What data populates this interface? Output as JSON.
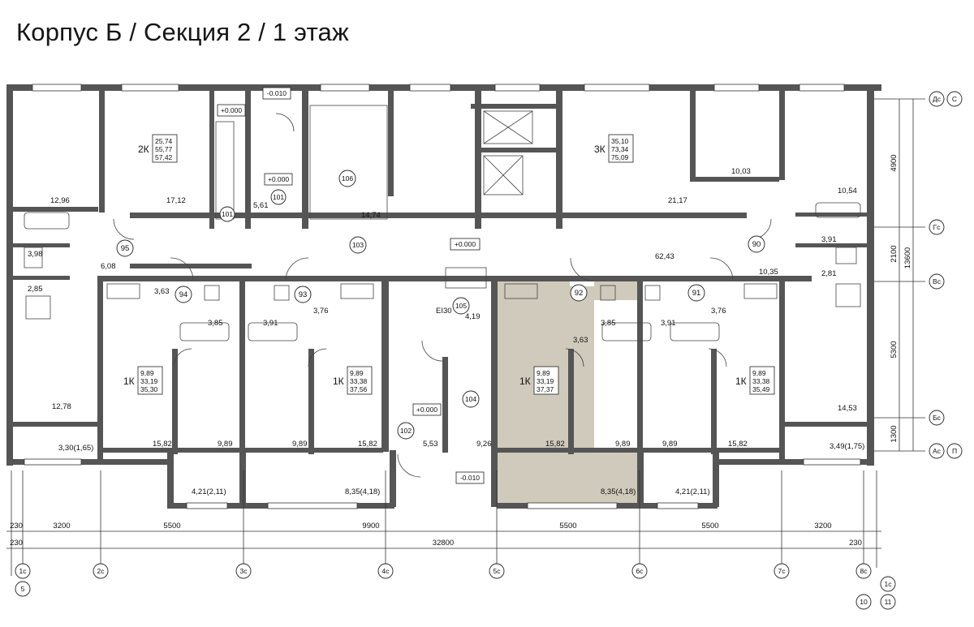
{
  "title": "Корпус Б / Секция 2 / 1 этаж",
  "highlight_color": "#cfcabb",
  "apartments": [
    {
      "number": "",
      "type": "2К",
      "areas": [
        "25,74",
        "55,77",
        "57,42"
      ]
    },
    {
      "number": "",
      "type": "3К",
      "areas": [
        "35,10",
        "73,34",
        "75,09"
      ]
    },
    {
      "number": "94",
      "type": "1К",
      "areas": [
        "9,89",
        "33,19",
        "35,30"
      ]
    },
    {
      "number": "93",
      "type": "1К",
      "areas": [
        "9,89",
        "33,38",
        "37,56"
      ]
    },
    {
      "number": "92",
      "type": "1К",
      "areas": [
        "9,89",
        "33,19",
        "37,37"
      ]
    },
    {
      "number": "91",
      "type": "1К",
      "areas": [
        "9,89",
        "33,38",
        "35,49"
      ]
    }
  ],
  "room_numbers": [
    "95",
    "90",
    "101",
    "101",
    "106",
    "103",
    "105",
    "104",
    "102"
  ],
  "room_areas": [
    "12,96",
    "17,12",
    "5,61",
    "14,74",
    "21,17",
    "10,03",
    "10,54",
    "3,98",
    "2,85",
    "6,08",
    "3,63",
    "3,85",
    "3,91",
    "3,76",
    "62,43",
    "10,35",
    "3,91",
    "2,81",
    "3,63",
    "3,85",
    "3,91",
    "3,76",
    "4,19",
    "12,78",
    "15,82",
    "9,89",
    "9,89",
    "15,82",
    "5,53",
    "9,26",
    "15,82",
    "9,89",
    "9,89",
    "15,82",
    "14,53",
    "3,30(1,65)",
    "4,21(2,11)",
    "8,35(4,18)",
    "8,35(4,18)",
    "4,21(2,11)",
    "3,49(1,75)"
  ],
  "level_marks": [
    "+0.000",
    "-0.010",
    "+0.000",
    "+0.000",
    "+0.000",
    "-0.010"
  ],
  "fire_label": "EI30",
  "horizontal_dimensions": {
    "segments": [
      "3200",
      "5500",
      "9900",
      "5500",
      "5500",
      "3200"
    ],
    "total": "32800",
    "edge": [
      "230",
      "230",
      "230"
    ]
  },
  "vertical_dimensions": {
    "segments": [
      "4900",
      "2100",
      "5300",
      "1300"
    ],
    "total": "13600"
  },
  "axis_labels": {
    "bottom": [
      "1с",
      "2с",
      "3с",
      "4с",
      "5с",
      "6с",
      "7с",
      "8с",
      "1с"
    ],
    "bottom_circles": [
      "5",
      "10",
      "11"
    ],
    "right_pairs": [
      [
        "Дс",
        "С"
      ],
      [
        "Гс"
      ],
      [
        "Вс"
      ],
      [
        "Бс"
      ],
      [
        "Ас",
        "П"
      ]
    ]
  }
}
